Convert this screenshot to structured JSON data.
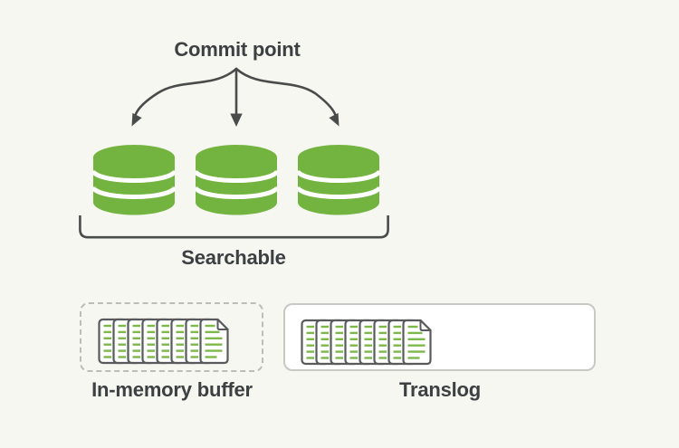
{
  "background_color": "#f6f7f0",
  "colors": {
    "accent_green": "#73b441",
    "text": "#3d4042",
    "arrow": "#4a4c4c",
    "cylinder_separator": "#ffffff",
    "translog_border": "#c8c9c4",
    "buffer_border": "#bcbdb8",
    "page_border": "#595a5c",
    "page_line": "#7cb94a",
    "page_fill": "#ffffff"
  },
  "labels": {
    "commit_point": "Commit point",
    "searchable": "Searchable",
    "in_memory_buffer": "In-memory buffer",
    "translog": "Translog"
  },
  "diagram": {
    "segment_count": 3,
    "buffer_document_pages": 8,
    "translog_document_pages": 8,
    "document_lines_per_page": 6
  },
  "icons": {
    "segments": "database-cylinder-icon",
    "documents": "document-stack-icon",
    "arrows": "branch-arrows-icon",
    "bracket": "group-bracket-icon"
  }
}
